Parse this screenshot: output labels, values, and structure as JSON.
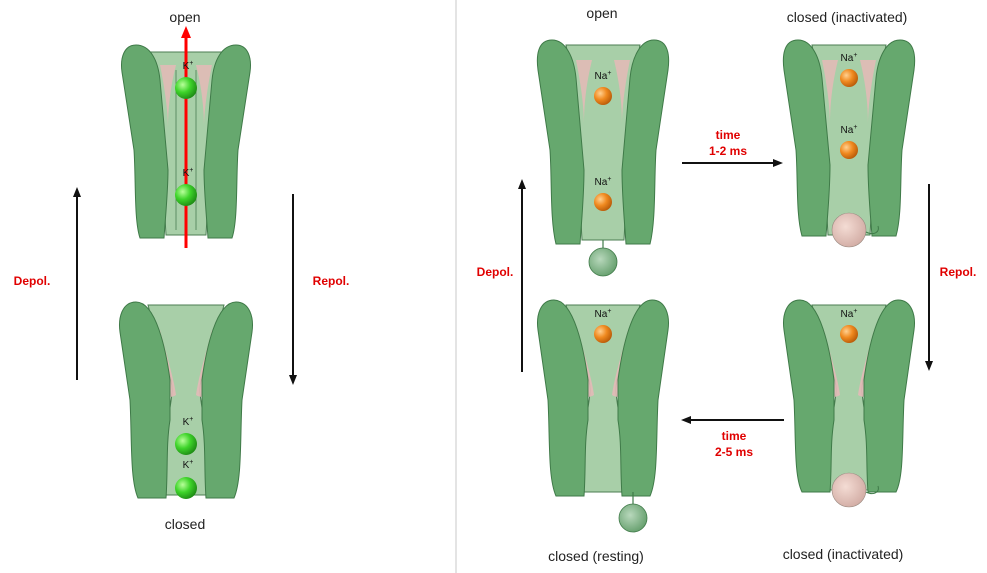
{
  "potassium_panel": {
    "top_label": "open",
    "bottom_label": "closed",
    "left_arrow_label": "Depol.",
    "right_arrow_label": "Repol.",
    "ion": "K",
    "ion_charge": "+"
  },
  "sodium_panel": {
    "top_left_label": "open",
    "top_right_label": "closed (inactivated)",
    "bottom_left_label": "closed (resting)",
    "bottom_right_label": "closed (inactivated)",
    "left_arrow_label": "Depol.",
    "right_arrow_label": "Repol.",
    "top_arrow_label_1": "time",
    "top_arrow_label_2": "1-2 ms",
    "bottom_arrow_label_1": "time",
    "bottom_arrow_label_2": "2-5 ms",
    "ion": "Na",
    "ion_charge": "+"
  },
  "colors": {
    "channel_wall": "#66a86e",
    "channel_inner": "#a8cfa8",
    "pore_pink": "#e8b8b8",
    "potassium_ion": "#33cc22",
    "sodium_ion": "#e87818",
    "flow_arrow": "#ff0000",
    "label_red": "#e00000",
    "divider": "#c8c8c8"
  }
}
